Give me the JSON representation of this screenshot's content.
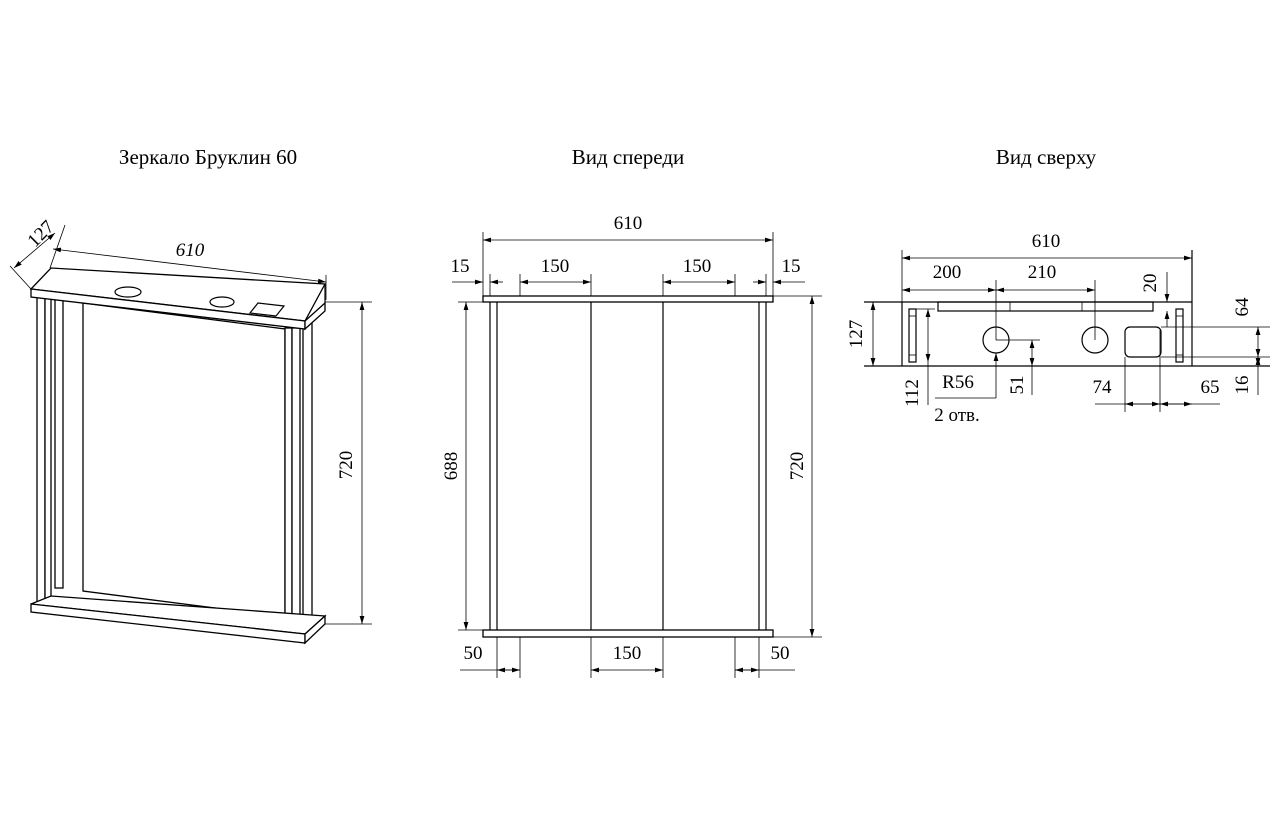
{
  "titles": {
    "iso": "Зеркало Бруклин 60",
    "front": "Вид спереди",
    "top": "Вид сверху"
  },
  "iso_dims": {
    "depth": "127",
    "width": "610",
    "height": "720"
  },
  "front_dims": {
    "width": "610",
    "left_edge": "15",
    "left_span": "150",
    "right_span": "150",
    "right_edge": "15",
    "inner_height": "688",
    "height": "720",
    "bottom_left": "50",
    "bottom_center": "150",
    "bottom_right": "50"
  },
  "top_dims": {
    "width": "610",
    "hole1_offset": "200",
    "hole_spacing": "210",
    "depth": "127",
    "inner_depth": "112",
    "radius": "R56",
    "holes_note": "2 отв.",
    "hole_depth": "51",
    "cut_width": "74",
    "cut_offset": "65",
    "strip": "20",
    "cut_depth": "64",
    "cut_edge": "16"
  }
}
